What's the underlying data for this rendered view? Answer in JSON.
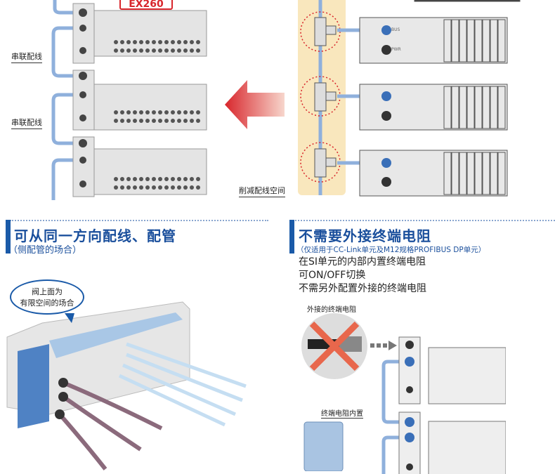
{
  "top_left": {
    "badge": "EX260",
    "serial_label_1": "串联配线",
    "serial_label_2": "串联配线"
  },
  "top_right": {
    "reduce_label": "削减配线空间",
    "unit_bus_label": "BUS",
    "unit_pwr_label": "PWR"
  },
  "section_left": {
    "title": "可从同一方向配线、配管",
    "subtitle": "（侧配管的场合）",
    "callout_line1": "阀上面为",
    "callout_line2": "有限空间的场合"
  },
  "section_right": {
    "title": "不需要外接终端电阻",
    "subtitle": "（仅适用于CC-Link单元及M12规格PROFIBUS DP单元）",
    "lines": [
      "在SI单元的内部内置终端电阻",
      "可ON/OFF切换",
      "不需另外配置外接的终端电阻"
    ],
    "external_label": "外接的终端电阻",
    "builtin_label": "终端电阻内置"
  },
  "colors": {
    "accent": "#1a5aa8",
    "highlight": "#d8262c",
    "band": "#f9e7bd",
    "cable": "#8fb0dc"
  }
}
